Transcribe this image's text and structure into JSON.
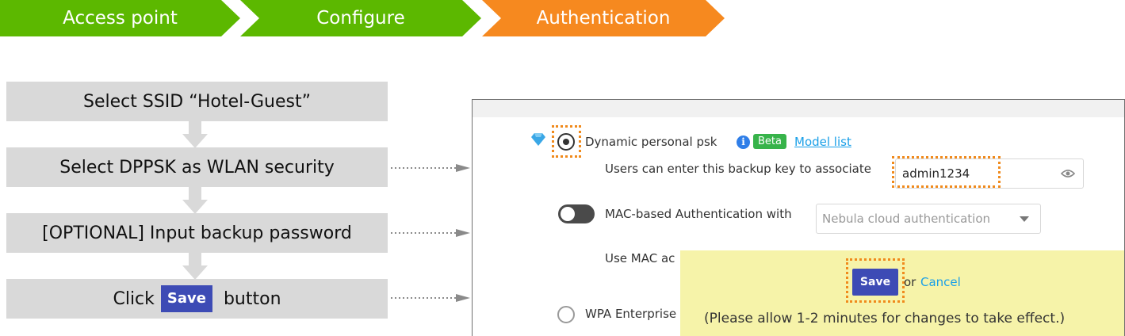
{
  "breadcrumb": {
    "steps": [
      {
        "label": "Access point",
        "color": "#5cb800"
      },
      {
        "label": "Configure",
        "color": "#5cb800"
      },
      {
        "label": "Authentication",
        "color": "#f6891f"
      }
    ]
  },
  "steps": [
    {
      "label": "Select SSID “Hotel-Guest”"
    },
    {
      "label": "Select DPPSK as WLAN security"
    },
    {
      "label": "[OPTIONAL] Input backup password"
    },
    {
      "click_label": "Click",
      "save_label": "Save",
      "button_label": "button"
    }
  ],
  "panel": {
    "dppsk": {
      "label": "Dynamic personal psk",
      "badge": "Beta",
      "model_list_link": "Model list",
      "backup_key_label": "Users can enter this backup key to associate",
      "backup_key_value": "admin1234"
    },
    "mac_auth": {
      "label": "MAC-based Authentication with",
      "select_value": "Nebula cloud authentication",
      "use_mac_label": "Use MAC ac"
    },
    "wpa": {
      "label": "WPA Enterprise"
    },
    "save_bar": {
      "save_label": "Save",
      "or_label": "or",
      "cancel_label": "Cancel",
      "note": "(Please allow 1-2 minutes for changes to take effect.)"
    }
  },
  "colors": {
    "green": "#5cb800",
    "orange": "#f6891f",
    "save_button": "#3d4bb5",
    "highlight": "#f6f3a9"
  }
}
